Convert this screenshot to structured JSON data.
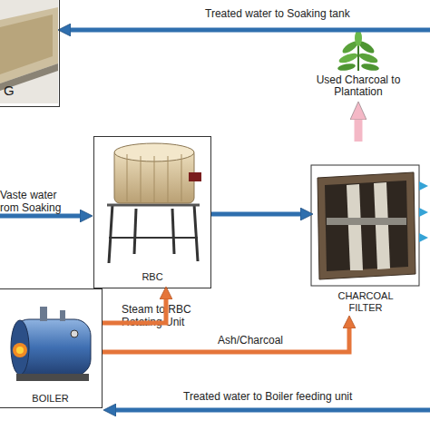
{
  "diagram": {
    "nodes": [
      {
        "text": [
          "G"
        ]
      },
      {
        "text": [
          "Used Charcoal to Plantation"
        ]
      },
      {
        "text": [
          "RBC"
        ]
      },
      {
        "text": [
          "CHARCOAL FILTER"
        ]
      },
      {
        "text": [
          "BOILER"
        ]
      }
    ],
    "edges": [
      {
        "from": 2,
        "to": 3,
        "arrow": "to"
      },
      {
        "from": 3,
        "to": 1,
        "arrow": "to"
      },
      {
        "from": 4,
        "to": 2,
        "label": "Steam to RBC Rotating Unit",
        "arrow": "to"
      },
      {
        "from": 4,
        "to": 3,
        "label": "Ash/Charcoal",
        "arrow": "to"
      }
    ],
    "labels": [
      "Treated water to Soaking tank",
      "Vaste water rom Soaking",
      "Treated water to Boiler feeding unit"
    ]
  }
}
